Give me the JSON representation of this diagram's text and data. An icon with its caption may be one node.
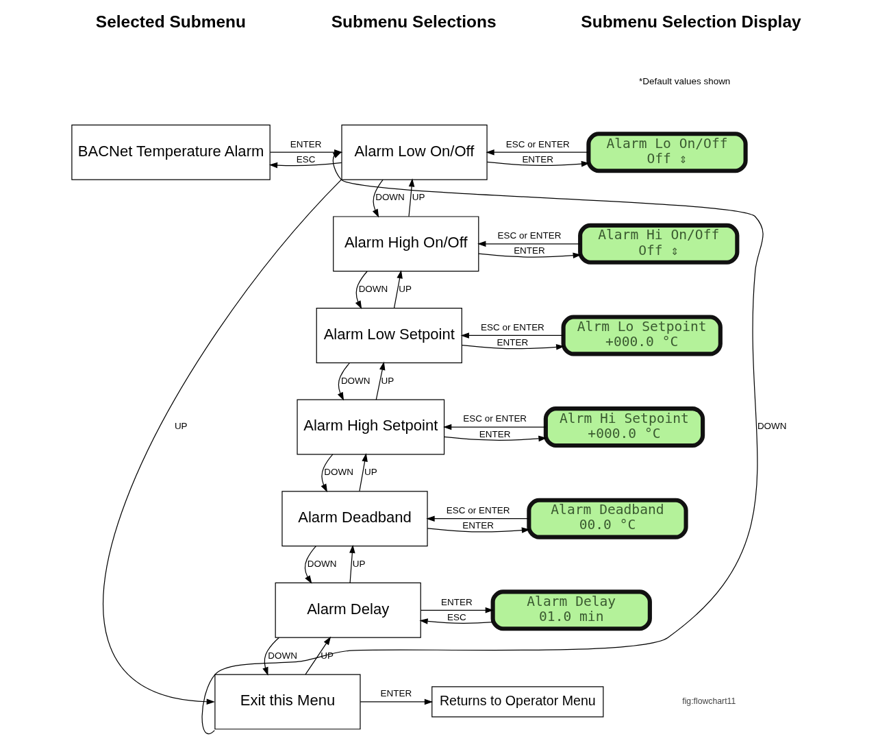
{
  "diagram": {
    "nodes": [
      {
        "text": [
          "BACNet Temperature Alarm"
        ]
      },
      {
        "text": [
          "Alarm Low On/Off"
        ]
      },
      {
        "text": [
          "Alarm High On/Off"
        ]
      },
      {
        "text": [
          "Alarm Low Setpoint"
        ]
      },
      {
        "text": [
          "Alarm High Setpoint"
        ]
      },
      {
        "text": [
          "Alarm Deadband"
        ]
      },
      {
        "text": [
          "Alarm Delay"
        ]
      },
      {
        "text": [
          "Exit this Menu"
        ]
      },
      {
        "text": [
          "Alarm Lo On/Off",
          "Off ⇕"
        ]
      },
      {
        "text": [
          "Alarm Hi On/Off",
          "Off ⇕"
        ]
      },
      {
        "text": [
          "Alrm Lo Setpoint",
          "+000.0 °C"
        ]
      },
      {
        "text": [
          "Alrm Hi Setpoint",
          "+000.0 °C"
        ]
      },
      {
        "text": [
          "Alarm Deadband",
          "00.0 °C"
        ]
      },
      {
        "text": [
          "Alarm Delay",
          "01.0 min"
        ]
      },
      {
        "text": [
          "Returns to Operator Menu"
        ]
      }
    ],
    "edges": [
      {
        "from": 0,
        "to": 1,
        "arrow": "to",
        "label": "ENTER"
      },
      {
        "from": 1,
        "to": 0,
        "arrow": "to",
        "label": "ESC"
      },
      {
        "from": 1,
        "to": 8,
        "arrow": "to",
        "label": "ENTER"
      },
      {
        "from": 8,
        "to": 1,
        "arrow": "to",
        "label": "ESC or ENTER"
      },
      {
        "from": 1,
        "to": 2,
        "arrow": "to",
        "label": "DOWN"
      },
      {
        "from": 2,
        "to": 1,
        "arrow": "to",
        "label": "UP"
      },
      {
        "from": 2,
        "to": 9,
        "arrow": "to",
        "label": "ENTER"
      },
      {
        "from": 9,
        "to": 2,
        "arrow": "to",
        "label": "ESC or ENTER"
      },
      {
        "from": 2,
        "to": 3,
        "arrow": "to",
        "label": "DOWN"
      },
      {
        "from": 3,
        "to": 2,
        "arrow": "to",
        "label": "UP"
      },
      {
        "from": 3,
        "to": 10,
        "arrow": "to",
        "label": "ENTER"
      },
      {
        "from": 10,
        "to": 3,
        "arrow": "to",
        "label": "ESC or ENTER"
      },
      {
        "from": 3,
        "to": 4,
        "arrow": "to",
        "label": "DOWN"
      },
      {
        "from": 4,
        "to": 3,
        "arrow": "to",
        "label": "UP"
      },
      {
        "from": 4,
        "to": 11,
        "arrow": "to",
        "label": "ENTER"
      },
      {
        "from": 11,
        "to": 4,
        "arrow": "to",
        "label": "ESC or ENTER"
      },
      {
        "from": 4,
        "to": 5,
        "arrow": "to",
        "label": "DOWN"
      },
      {
        "from": 5,
        "to": 4,
        "arrow": "to",
        "label": "UP"
      },
      {
        "from": 5,
        "to": 12,
        "arrow": "to",
        "label": "ENTER"
      },
      {
        "from": 12,
        "to": 5,
        "arrow": "to",
        "label": "ESC or ENTER"
      },
      {
        "from": 5,
        "to": 6,
        "arrow": "to",
        "label": "DOWN"
      },
      {
        "from": 6,
        "to": 5,
        "arrow": "to",
        "label": "UP"
      },
      {
        "from": 6,
        "to": 13,
        "arrow": "to",
        "label": "ENTER"
      },
      {
        "from": 13,
        "to": 6,
        "arrow": "to",
        "label": "ESC"
      },
      {
        "from": 6,
        "to": 7,
        "arrow": "to",
        "label": "DOWN"
      },
      {
        "from": 7,
        "to": 6,
        "arrow": "to",
        "label": "UP"
      },
      {
        "from": 1,
        "to": 7,
        "arrow": "to",
        "label": "UP"
      },
      {
        "from": 7,
        "to": 1,
        "arrow": "to",
        "label": "DOWN"
      },
      {
        "from": 7,
        "to": 14,
        "arrow": "to",
        "label": "ENTER"
      }
    ],
    "labels": [
      "Selected Submenu",
      "Submenu Selections",
      "Submenu Selection Display",
      "*Default values shown",
      "fig:flowchart11"
    ]
  }
}
